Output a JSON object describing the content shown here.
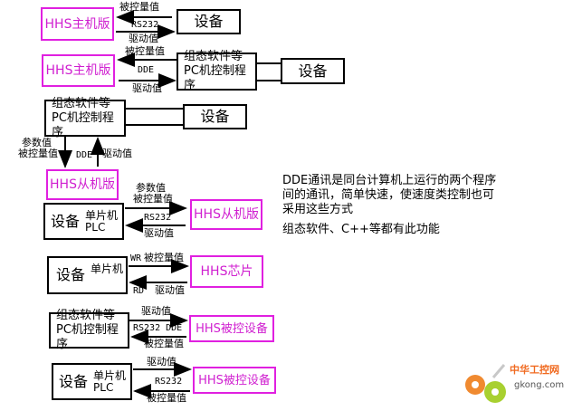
{
  "rows": [
    {
      "left": "HHS主机版",
      "right": "设备",
      "top": "被控量值",
      "mid": "RS232",
      "bottom": "驱动值"
    },
    {
      "left": "HHS主机版",
      "pc1": "组态软件等",
      "pc2": "PC机控制程序",
      "device": "设备",
      "top": "被控量值",
      "mid": "DDE",
      "bottom": "驱动值"
    },
    {
      "pc1": "组态软件等",
      "pc2": "PC机控制程序",
      "device": "设备",
      "down1": "参数值",
      "down2": "被控量值",
      "mid": "DDE",
      "up": "驱动值",
      "slave": "HHS从机版"
    },
    {
      "device": "设备",
      "chip1": "单片机",
      "chip2": "PLC",
      "right": "HHS从机版",
      "top1": "参数值",
      "top2": "被控量值",
      "mid": "RS232",
      "bottom": "驱动值"
    },
    {
      "device": "设备",
      "chip1": "单片机",
      "right": "HHS芯片",
      "wr": "WR",
      "top": "被控量值",
      "rd": "RD",
      "bottom": "驱动值"
    },
    {
      "pc1": "组态软件等",
      "pc2": "PC机控制程序",
      "right": "HHS被控设备",
      "top": "驱动值",
      "mid": "RS232 DDE",
      "bottom": "被控量值"
    },
    {
      "device": "设备",
      "chip1": "单片机",
      "chip2": "PLC",
      "right": "HHS被控设备",
      "top": "驱动值",
      "mid": "RS232",
      "bottom": "被控量值"
    }
  ],
  "note": {
    "p1": "DDE通讯是同台计算机上运行的两个程序间的通讯，简单快速，使速度类控制也可采用这些方式",
    "p2": "组态软件、C++等都有此功能"
  },
  "logo": {
    "cn": "中华工控网",
    "en": "gkong.com"
  },
  "colors": {
    "accent": "#e020e0",
    "line": "#000000"
  }
}
